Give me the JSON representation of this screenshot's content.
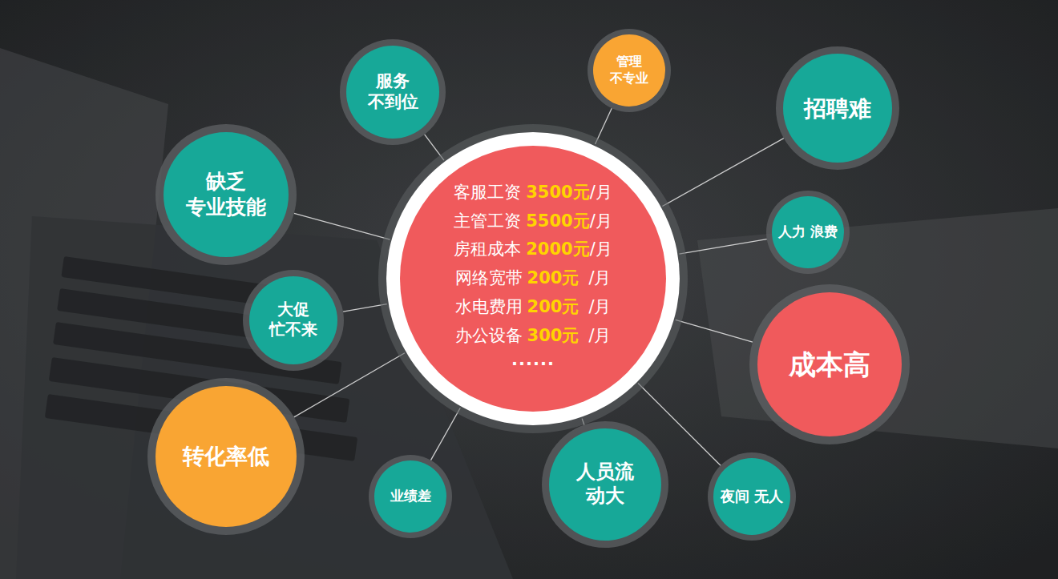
{
  "diagram": {
    "nodes": [
      {
        "text": [
          "客服工资",
          "3500元",
          "/月",
          "主管工资",
          "5500元",
          "/月",
          "房租成本",
          "2000元",
          "/月",
          "网络宽带",
          "200元",
          "/月",
          "水电费用",
          "200元",
          "/月",
          "办公设备",
          "300元",
          "/月",
          "······"
        ]
      },
      {
        "text": [
          "服务 不到位"
        ]
      },
      {
        "text": [
          "管理 不专业"
        ]
      },
      {
        "text": [
          "招聘难"
        ]
      },
      {
        "text": [
          "缺乏 专业技能"
        ]
      },
      {
        "text": [
          "人力 浪费"
        ]
      },
      {
        "text": [
          "大促 忙不来"
        ]
      },
      {
        "text": [
          "成本高"
        ]
      },
      {
        "text": [
          "转化率低"
        ]
      },
      {
        "text": [
          "业绩差"
        ]
      },
      {
        "text": [
          "人员流 动大"
        ]
      },
      {
        "text": [
          "夜间 无人"
        ]
      }
    ],
    "edges": [
      {
        "from": 0,
        "to": 1,
        "arrow": "none"
      },
      {
        "from": 0,
        "to": 2,
        "arrow": "none"
      },
      {
        "from": 0,
        "to": 3,
        "arrow": "none"
      },
      {
        "from": 0,
        "to": 4,
        "arrow": "none"
      },
      {
        "from": 0,
        "to": 5,
        "arrow": "none"
      },
      {
        "from": 0,
        "to": 6,
        "arrow": "none"
      },
      {
        "from": 0,
        "to": 7,
        "arrow": "none"
      },
      {
        "from": 0,
        "to": 8,
        "arrow": "none"
      },
      {
        "from": 0,
        "to": 9,
        "arrow": "none"
      },
      {
        "from": 0,
        "to": 10,
        "arrow": "none"
      },
      {
        "from": 0,
        "to": 11,
        "arrow": "none"
      }
    ]
  }
}
